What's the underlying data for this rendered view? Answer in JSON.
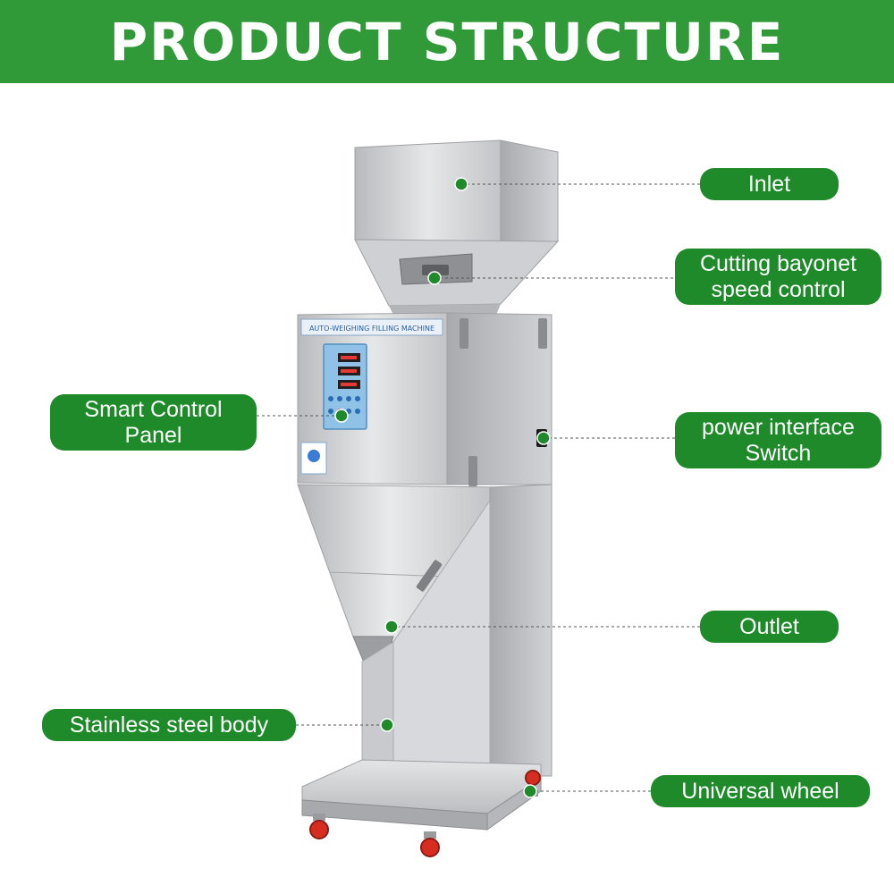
{
  "header": {
    "title": "PRODUCT STRUCTURE"
  },
  "machine": {
    "plate_text": "AUTO-WEIGHING FILLING MACHINE"
  },
  "labels": {
    "inlet": "Inlet",
    "cutting_line1": "Cutting bayonet",
    "cutting_line2": "speed control",
    "smart_line1": "Smart Control",
    "smart_line2": "Panel",
    "power_line1": "power interface",
    "power_line2": "Switch",
    "outlet": "Outlet",
    "stainless": "Stainless steel body",
    "wheel": "Universal wheel"
  },
  "colors": {
    "banner": "#2f9a37",
    "label": "#1e8a2a",
    "dot": "#1e8a2a",
    "steel": "#c8c9cc"
  }
}
